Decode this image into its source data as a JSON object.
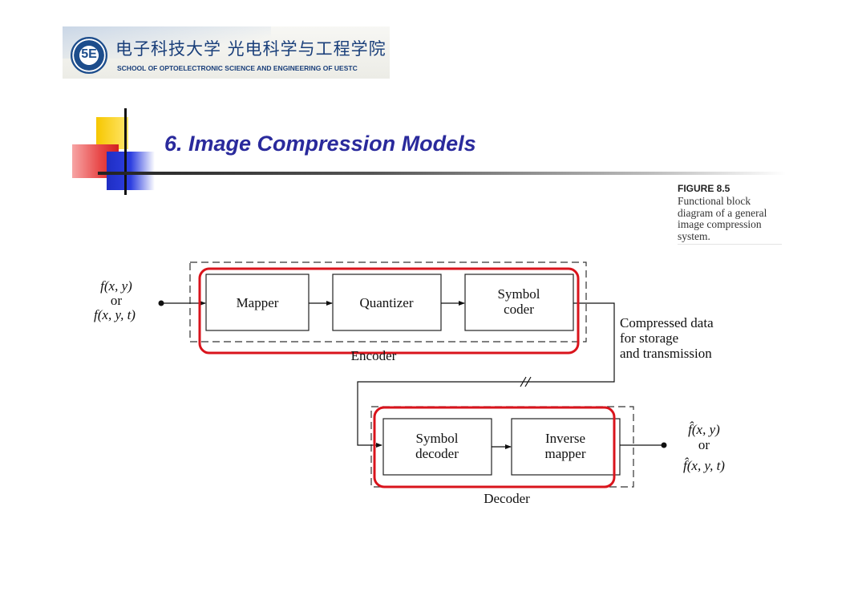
{
  "header": {
    "cn_title": "电子科技大学 光电科学与工程学院",
    "en_subtitle": "SCHOOL OF OPTOELECTRONIC SCIENCE AND ENGINEERING OF UESTC",
    "emblem_text": "5E"
  },
  "slide": {
    "title": "6. Image Compression Models"
  },
  "figure": {
    "label": "FIGURE 8.5",
    "caption": "Functional block diagram of a general image compression system."
  },
  "diagram": {
    "input_line1": "f(x, y)",
    "input_or": "or",
    "input_line2": "f(x, y, t)",
    "encoder_label": "Encoder",
    "decoder_label": "Decoder",
    "blocks": {
      "mapper": "Mapper",
      "quantizer": "Quantizer",
      "symbol_coder_1": "Symbol",
      "symbol_coder_2": "coder",
      "symbol_decoder_1": "Symbol",
      "symbol_decoder_2": "decoder",
      "inverse_mapper_1": "Inverse",
      "inverse_mapper_2": "mapper"
    },
    "channel_1": "Compressed data",
    "channel_2": "for storage",
    "channel_3": "and transmission",
    "output_line1": "f̂(x, y)",
    "output_or": "or",
    "output_line2": "f̂(x, y, t)",
    "highlight_color": "#d9141c"
  }
}
